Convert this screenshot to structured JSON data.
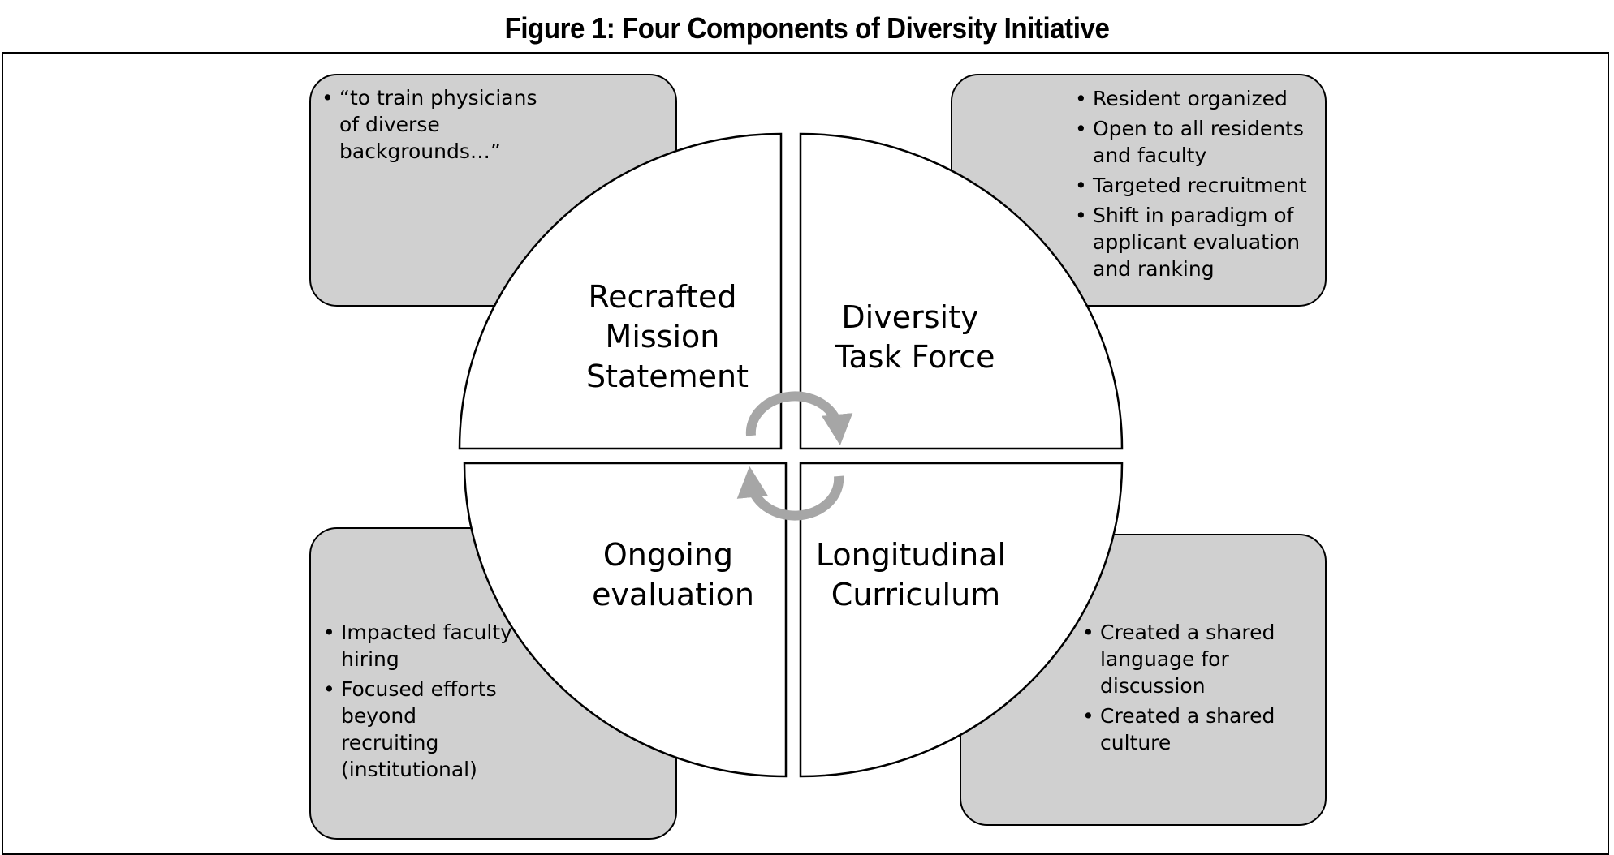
{
  "title": "Figure 1: Four Components of Diversity Initiative",
  "quadrants": [
    {
      "lines": [
        "Recrafted",
        "Mission",
        "Statement"
      ],
      "bullets": [
        "“to train physicians of diverse backgrounds…”"
      ]
    },
    {
      "lines": [
        "Diversity",
        "Task Force"
      ],
      "bullets": [
        "Resident organized",
        "Open to all residents and faculty",
        "Targeted recruitment",
        "Shift in paradigm of applicant evaluation and ranking"
      ]
    },
    {
      "lines": [
        "Ongoing",
        "evaluation"
      ],
      "bullets": [
        "Impacted faculty hiring",
        "Focused efforts beyond recruiting (institutional)"
      ]
    },
    {
      "lines": [
        "Longitudinal",
        "Curriculum"
      ],
      "bullets": [
        "Created a shared language for discussion",
        "Created a shared culture"
      ]
    }
  ],
  "colors": {
    "box_fill": "#d0d0d0",
    "arrow": "#a6a6a6",
    "stroke": "#000000"
  },
  "icons": [
    "clockwise-cycle-arrow-icon"
  ]
}
